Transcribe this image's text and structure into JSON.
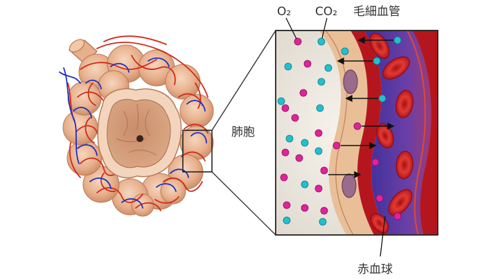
{
  "labels": {
    "o2": "O₂",
    "co2": "CO₂",
    "capillary": "毛細血管",
    "alveolus": "肺胞",
    "red_blood_cell": "赤血球"
  },
  "colors": {
    "o2_molecule": "#e0239b",
    "co2_molecule": "#22c0cf",
    "vein": "#1f2fc0",
    "artery": "#d02a1a",
    "alveolar_tissue": "#e9b994",
    "blood_plasma": "#5a43a8",
    "red_blood_cell": "#d8282a",
    "vessel_wall": "#b5161d"
  }
}
